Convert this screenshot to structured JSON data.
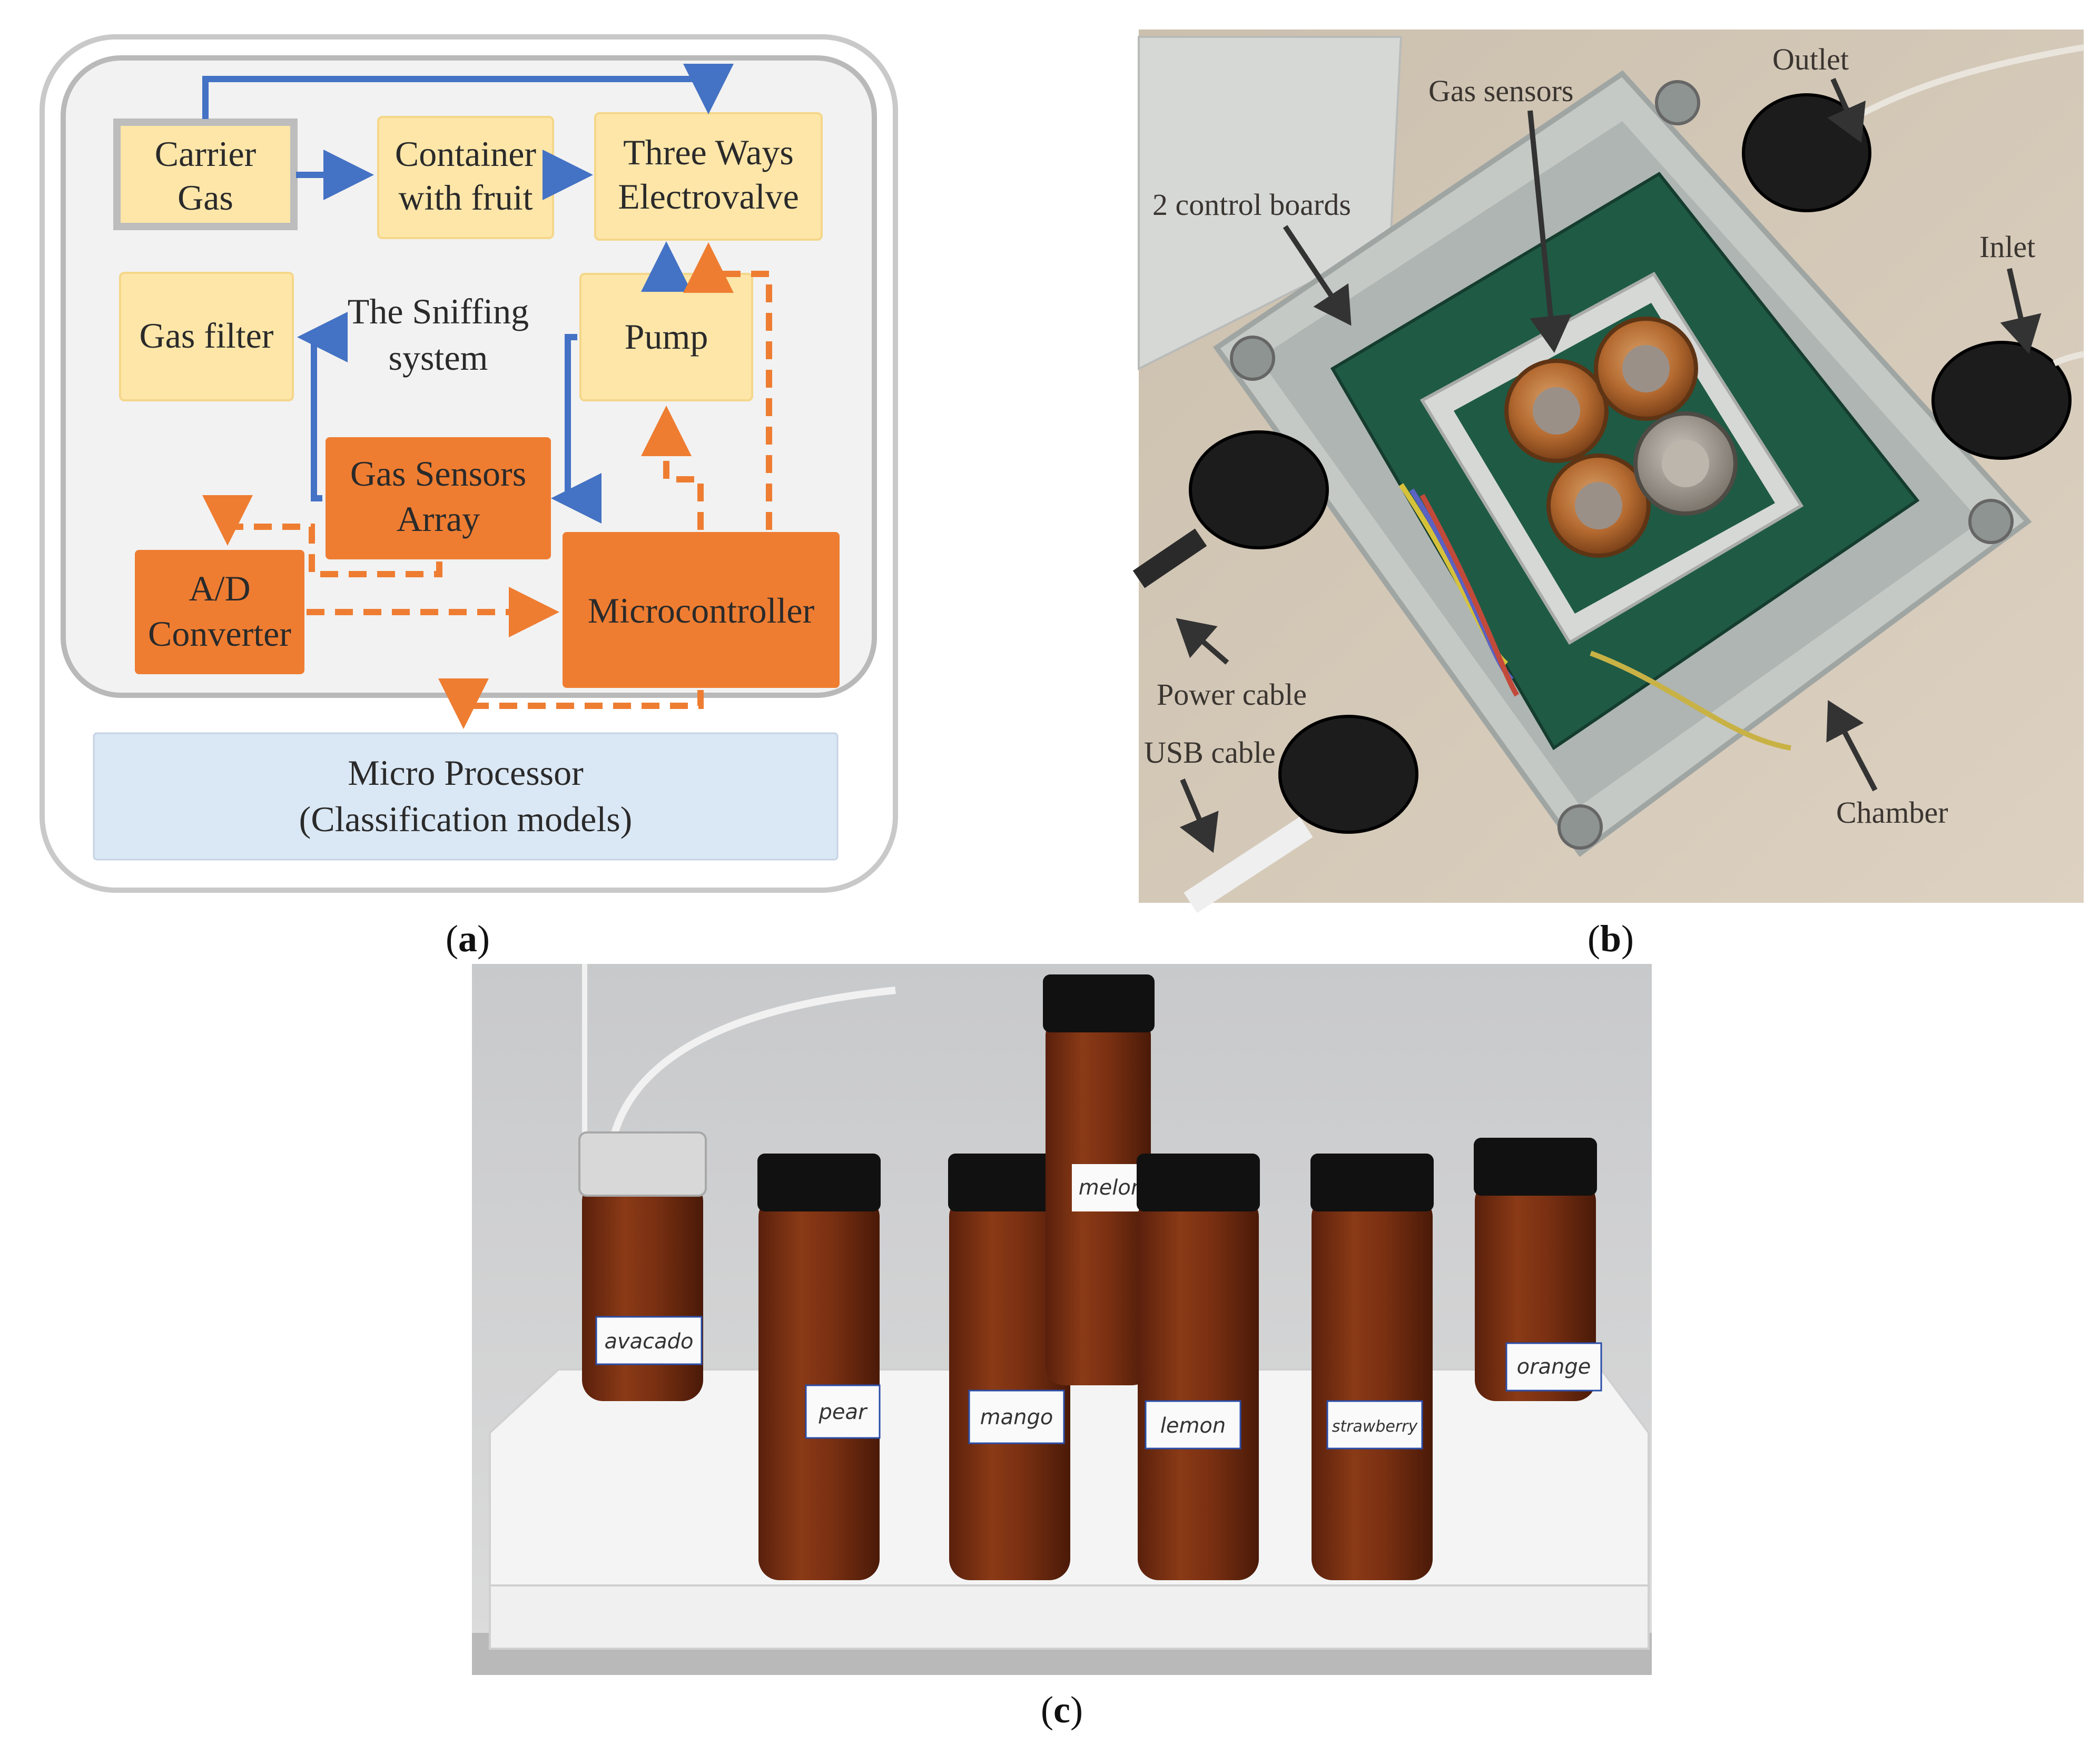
{
  "panels": {
    "a": {
      "caption": "(a)",
      "blocks": {
        "carrier_gas": "Carrier Gas",
        "container": "Container with fruit",
        "electrovalve": "Three Ways Electrovalve",
        "gas_filter": "Gas filter",
        "sniffing": "The Sniffing system",
        "pump": "Pump",
        "sensors_array": "Gas Sensors Array",
        "ad_converter": "A/D Converter",
        "microcontroller": "Microcontroller",
        "micro_processor": "Micro Processor",
        "classification": "(Classification models)"
      },
      "colors": {
        "light_block": "#fde6a8",
        "dark_block": "#ee7d32",
        "gas_flow": "#4472c4",
        "signal": "#ee7d32",
        "processor_bg": "#dae7f4"
      }
    },
    "b": {
      "caption": "(b)",
      "labels": {
        "gas_sensors": "Gas sensors",
        "outlet": "Outlet",
        "control_boards": "2 control boards",
        "inlet": "Inlet",
        "power_cable": "Power cable",
        "usb_cable": "USB cable",
        "chamber": "Chamber"
      }
    },
    "c": {
      "caption": "(c)",
      "vial_labels": [
        "avacado",
        "pear",
        "mango",
        "melon",
        "lemon",
        "strawberry",
        "orange"
      ]
    }
  }
}
